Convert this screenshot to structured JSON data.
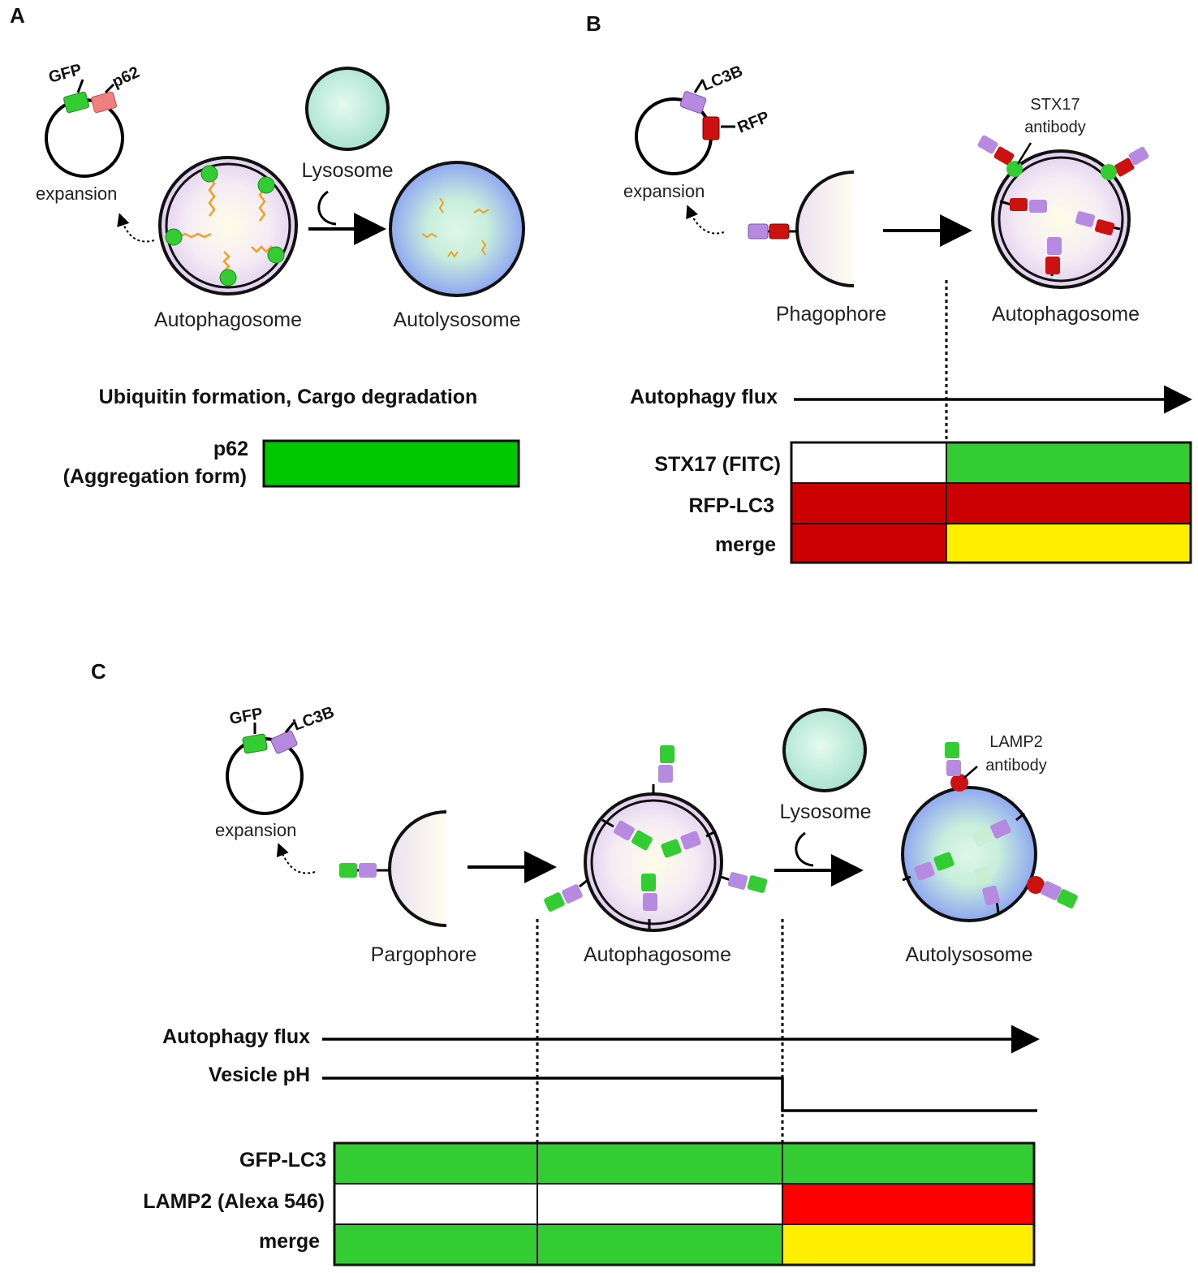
{
  "panel_a": {
    "letter": "A",
    "plasmid_tags": [
      "GFP",
      "p62"
    ],
    "expansion": "expansion",
    "lysosome": "Lysosome",
    "autophagosome": "Autophagosome",
    "autolysosome": "Autolysosome",
    "heading": "Ubiquitin formation, Cargo degradation",
    "row_label_1": "p62",
    "row_label_2": "(Aggregation form)",
    "colors": {
      "green_fp": "#00c800",
      "p62": "#f08080"
    }
  },
  "panel_b": {
    "letter": "B",
    "plasmid_tags": [
      "LC3B",
      "RFP"
    ],
    "expansion": "expansion",
    "phagophore": "Phagophore",
    "autophagosome": "Autophagosome",
    "antibody_1": "STX17",
    "antibody_2": "antibody",
    "flux": "Autophagy flux",
    "rows": [
      {
        "label": "STX17 (FITC)",
        "cells": [
          "#ffffff",
          "#33cc33"
        ]
      },
      {
        "label": "RFP-LC3",
        "cells": [
          "#cc0000",
          "#cc0000"
        ]
      },
      {
        "label": "merge",
        "cells": [
          "#cc0000",
          "#ffee00"
        ]
      }
    ]
  },
  "panel_c": {
    "letter": "C",
    "plasmid_tags": [
      "GFP",
      "LC3B"
    ],
    "expansion": "expansion",
    "pargophore": "Pargophore",
    "autophagosome": "Autophagosome",
    "lysosome": "Lysosome",
    "autolysosome": "Autolysosome",
    "antibody_1": "LAMP2",
    "antibody_2": "antibody",
    "flux": "Autophagy flux",
    "ph": "Vesicle pH",
    "rows": [
      {
        "label": "GFP-LC3",
        "cells": [
          "#33cc33",
          "#33cc33",
          "#33cc33"
        ]
      },
      {
        "label": "LAMP2 (Alexa 546)",
        "cells": [
          "#ffffff",
          "#ffffff",
          "#ff0000"
        ]
      },
      {
        "label": "merge",
        "cells": [
          "#33cc33",
          "#33cc33",
          "#ffee00"
        ]
      }
    ]
  },
  "colors": {
    "gfp": "#33cc33",
    "lc3b": "#b58ae0",
    "rfp": "#cc1111",
    "lysosome": "#bfeedd"
  }
}
